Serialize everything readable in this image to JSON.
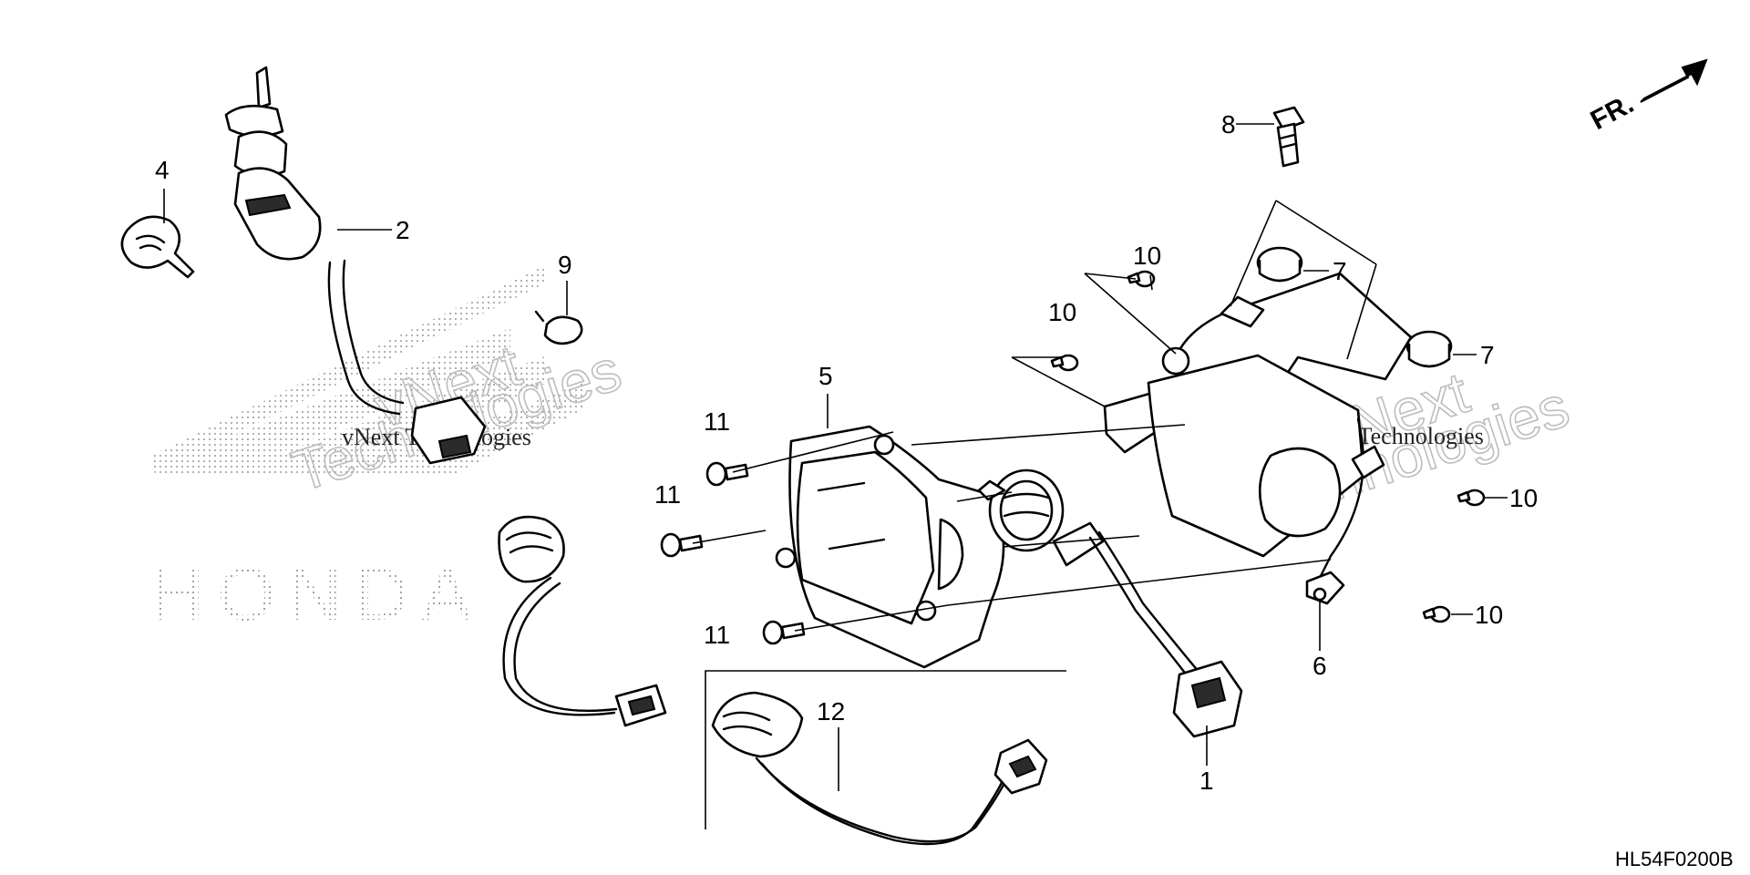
{
  "diagram_code": "HL54F0200B",
  "front_indicator": "FR.",
  "watermark": {
    "line1": "vNext",
    "line2": "Technologies",
    "line3": "vNext Technologies",
    "brand": "HONDA"
  },
  "callouts": {
    "c1": "1",
    "c2": "2",
    "c4": "4",
    "c5": "5",
    "c6": "6",
    "c7a": "7",
    "c7b": "7",
    "c8": "8",
    "c9": "9",
    "c10a": "10",
    "c10b": "10",
    "c10c": "10",
    "c10d": "10",
    "c11a": "11",
    "c11b": "11",
    "c11c": "11",
    "c12": "12"
  },
  "colors": {
    "line": "#000000",
    "background": "#ffffff",
    "watermark": "#bdbdbd"
  }
}
